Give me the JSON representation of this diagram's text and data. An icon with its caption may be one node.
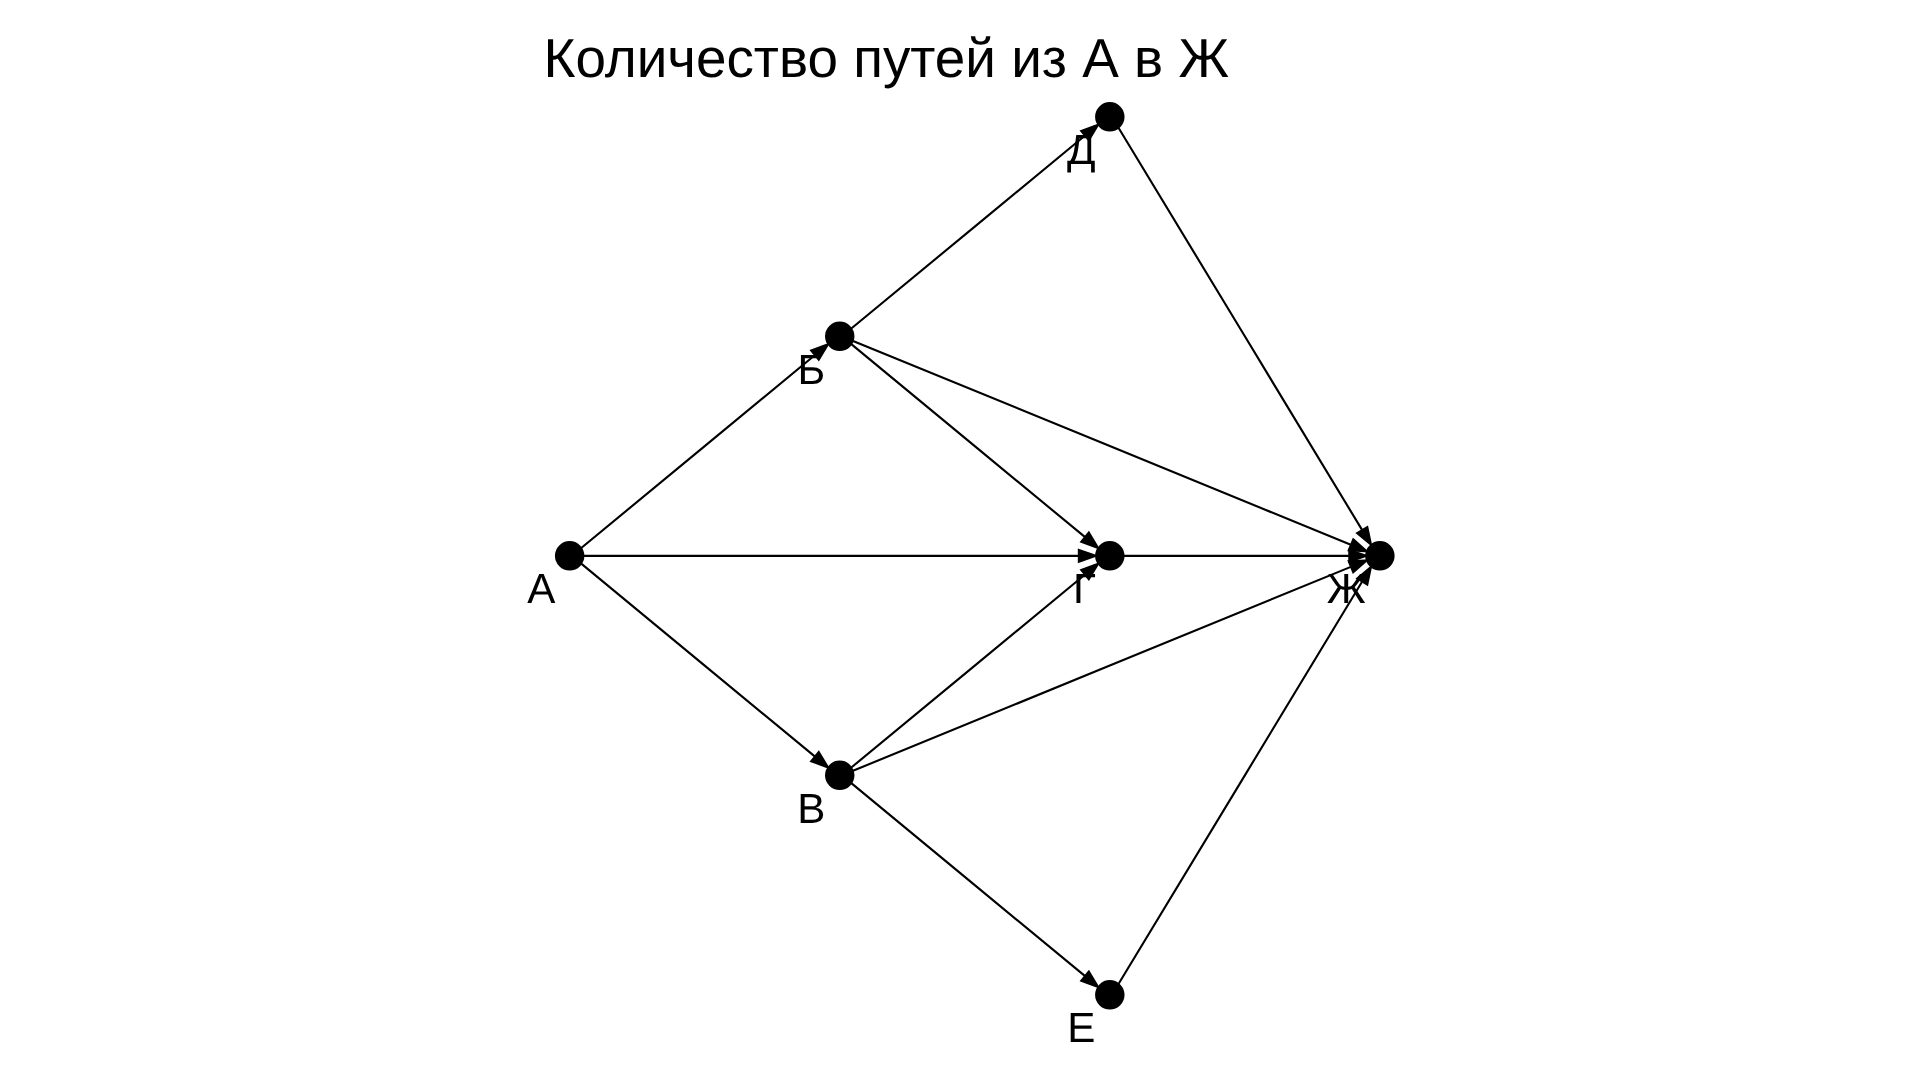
{
  "diagram": {
    "title": "Количество путей из А в Ж",
    "nodes": [
      {
        "text": [
          "А"
        ]
      },
      {
        "text": [
          "Б"
        ]
      },
      {
        "text": [
          "В"
        ]
      },
      {
        "text": [
          "Г"
        ]
      },
      {
        "text": [
          "Д"
        ]
      },
      {
        "text": [
          "Е"
        ]
      },
      {
        "text": [
          "Ж"
        ]
      }
    ],
    "edges": [
      {
        "from": 0,
        "to": 1,
        "arrow": "to"
      },
      {
        "from": 0,
        "to": 3,
        "arrow": "to"
      },
      {
        "from": 0,
        "to": 2,
        "arrow": "to"
      },
      {
        "from": 1,
        "to": 4,
        "arrow": "to"
      },
      {
        "from": 1,
        "to": 3,
        "arrow": "to"
      },
      {
        "from": 1,
        "to": 6,
        "arrow": "to"
      },
      {
        "from": 2,
        "to": 3,
        "arrow": "to"
      },
      {
        "from": 2,
        "to": 6,
        "arrow": "to"
      },
      {
        "from": 2,
        "to": 5,
        "arrow": "to"
      },
      {
        "from": 3,
        "to": 6,
        "arrow": "to"
      },
      {
        "from": 4,
        "to": 6,
        "arrow": "to"
      },
      {
        "from": 5,
        "to": 6,
        "arrow": "to"
      }
    ]
  }
}
